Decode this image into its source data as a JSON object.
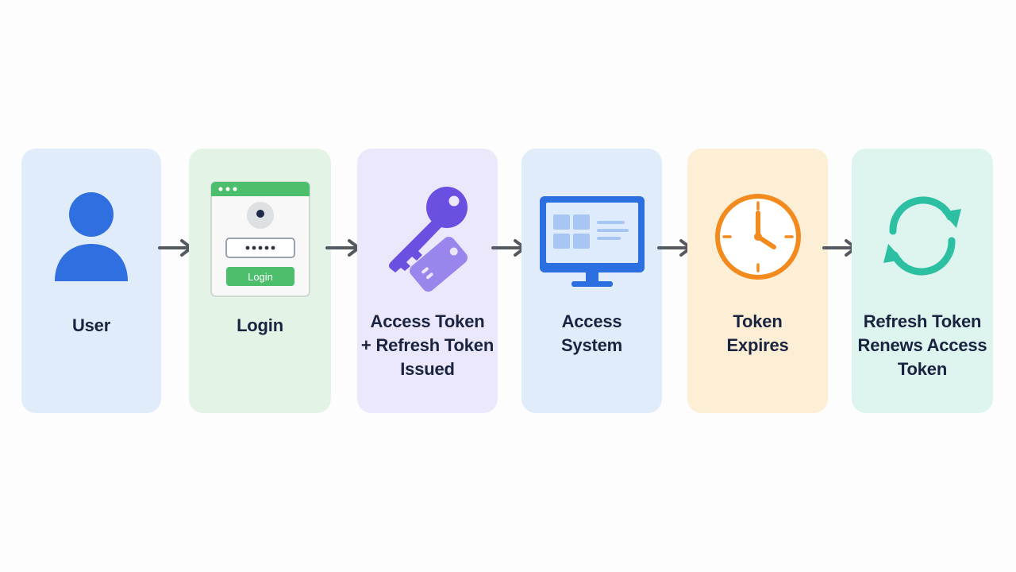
{
  "steps": [
    {
      "label": "User",
      "icon": "user-icon",
      "bg": "#e1ecfb"
    },
    {
      "label": "Login",
      "icon": "login-window-icon",
      "bg": "#e3f4e6",
      "login_button": "Login"
    },
    {
      "label": "Access Token\n+ Refresh Token\nIssued",
      "icon": "key-and-tag-icon",
      "bg": "#ebe8fb"
    },
    {
      "label": "Access\nSystem",
      "icon": "monitor-icon",
      "bg": "#e1ecfb"
    },
    {
      "label": "Token\nExpires",
      "icon": "clock-icon",
      "bg": "#fdefd6"
    },
    {
      "label": "Refresh Token\nRenews Access\nToken",
      "icon": "refresh-icon",
      "bg": "#def4ef"
    }
  ],
  "colors": {
    "arrow": "#555a60",
    "label_text": "#1a2340",
    "user_blue": "#2f6fe0",
    "login_green": "#4cbe6c",
    "key_purple": "#6b4fe0",
    "monitor_blue": "#2b6fe0",
    "clock_orange": "#f28a1e",
    "refresh_teal": "#2cbfa2"
  }
}
